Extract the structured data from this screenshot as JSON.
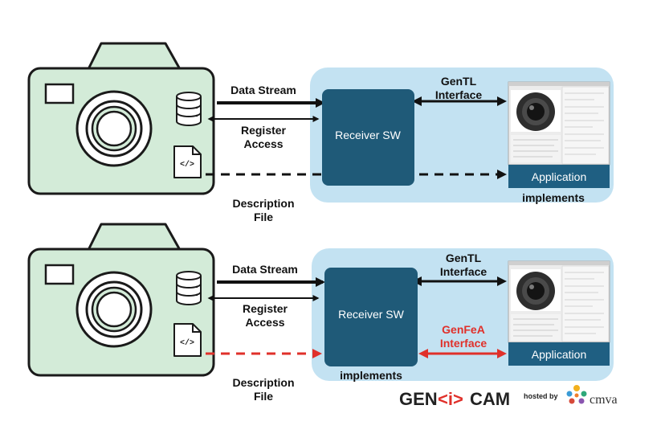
{
  "colors": {
    "camera_fill": "#d3ebd8",
    "camera_stroke": "#1a1a1a",
    "panel_fill": "#c3e2f2",
    "receiver_fill": "#1f5a78",
    "application_fill": "#1f5f82",
    "arrow_black": "#111111",
    "arrow_red": "#e0302a",
    "genfea_text": "#e0302a"
  },
  "icons": [
    "database-icon",
    "code-file-icon",
    "camera-icon",
    "app-screenshot-icon",
    "cmva-logo-icon"
  ],
  "top": {
    "data_stream": "Data Stream",
    "register_line1": "Register",
    "register_line2": "Access",
    "description_line1": "Description",
    "description_line2": "File",
    "receiver": "Receiver SW",
    "gentl_line1": "GenTL",
    "gentl_line2": "Interface",
    "application": "Application",
    "implements": "implements"
  },
  "bottom": {
    "data_stream": "Data Stream",
    "register_line1": "Register",
    "register_line2": "Access",
    "description_line1": "Description",
    "description_line2": "File",
    "receiver": "Receiver SW",
    "gentl_line1": "GenTL",
    "gentl_line2": "Interface",
    "genfea_line1": "GenFeA",
    "genfea_line2": "Interface",
    "application": "Application",
    "implements": "implements"
  },
  "logo": {
    "gen": "GEN",
    "bracket": "<i>",
    "cam": "CAM",
    "hosted_by": "hosted by",
    "cmva": "cmva"
  }
}
